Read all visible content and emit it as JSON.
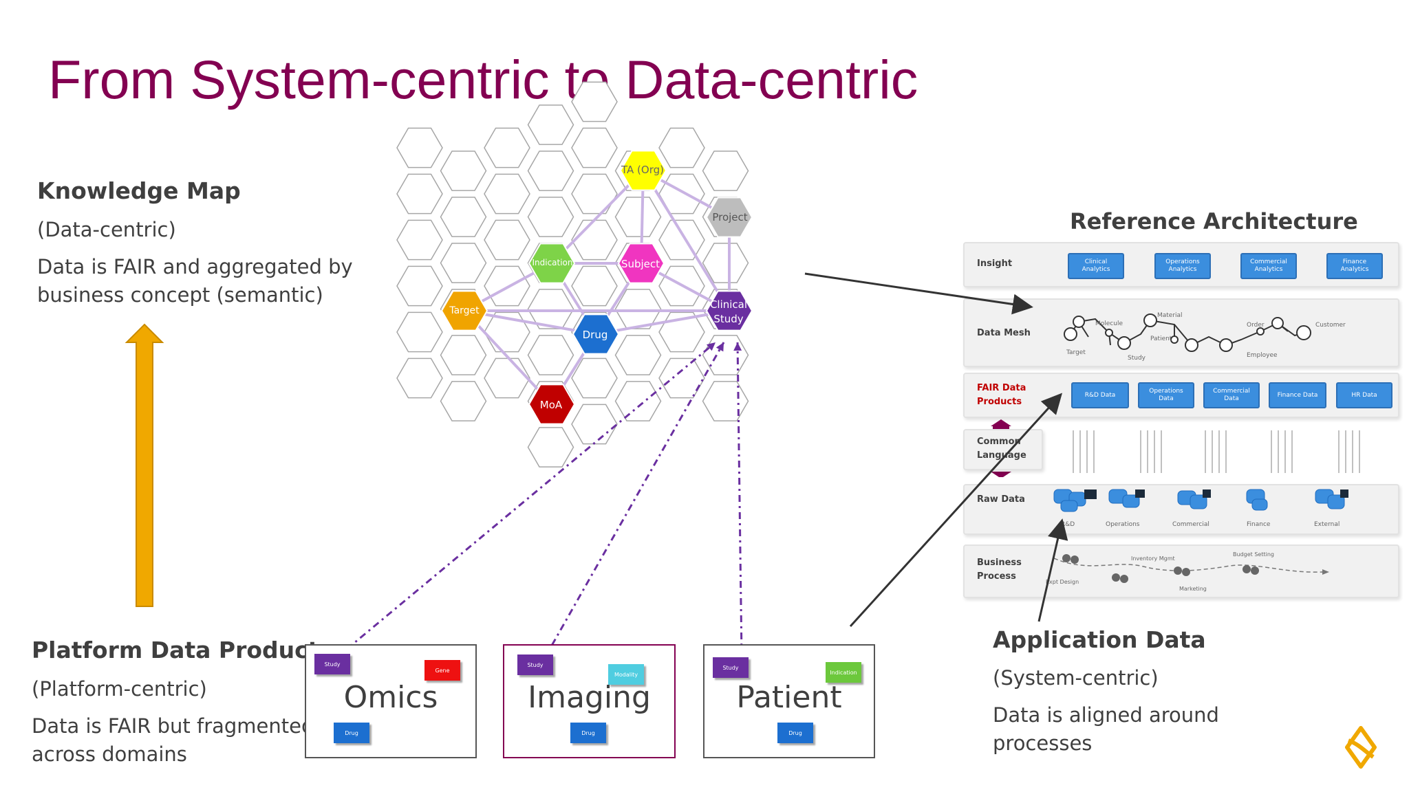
{
  "title": "From System-centric to Data-centric",
  "knowledge_map": {
    "heading": "Knowledge Map",
    "subheading": "(Data-centric)",
    "description_line1": "Data is FAIR and aggregated by",
    "description_line2": "business concept (semantic)",
    "arrow_color": "#f0a800"
  },
  "platform": {
    "heading": "Platform Data Products",
    "subheading": "(Platform-centric)",
    "description_line1": "Data is FAIR but fragmented",
    "description_line2": "across domains"
  },
  "application": {
    "heading": "Application Data",
    "subheading": "(System-centric)",
    "description_line1": "Data is aligned around",
    "description_line2": "processes"
  },
  "hex_nodes": {
    "ta": {
      "label": "TA (Org)",
      "color": "#ffff00"
    },
    "project": {
      "label": "Project",
      "color": "#bdbdbd"
    },
    "indication": {
      "label": "Indication",
      "color": "#7ed348"
    },
    "subject": {
      "label": "Subject",
      "color": "#f035c0"
    },
    "target": {
      "label": "Target",
      "color": "#f0a400"
    },
    "clinical_study_line1": "Clinical",
    "clinical_study_line2": "Study",
    "clinical_study_color": "#6a2fa0",
    "drug": {
      "label": "Drug",
      "color": "#1c6fd0"
    },
    "moa": {
      "label": "MoA",
      "color": "#c00000"
    }
  },
  "products": {
    "omics": {
      "label": "Omics",
      "tags": [
        "Study",
        "Gene",
        "Drug"
      ]
    },
    "imaging": {
      "label": "Imaging",
      "tags": [
        "Study",
        "Modality",
        "Drug"
      ]
    },
    "patient": {
      "label": "Patient",
      "tags": [
        "Study",
        "Indication",
        "Drug"
      ]
    }
  },
  "tag_colors": {
    "study": "#6a2fa0",
    "gene": "#ee1111",
    "drug": "#1c6fd0",
    "modality": "#4fcde0",
    "indication": "#6cc83c"
  },
  "reference_architecture": {
    "title": "Reference Architecture",
    "rows": {
      "insight": "Insight",
      "data_mesh": "Data Mesh",
      "fair_line1": "FAIR Data",
      "fair_line2": "Products",
      "common_line1": "Common",
      "common_line2": "Language",
      "raw_data": "Raw Data",
      "business_line1": "Business",
      "business_line2": "Process"
    },
    "insight_boxes": [
      {
        "line1": "Clinical",
        "line2": "Analytics"
      },
      {
        "line1": "Operations",
        "line2": "Analytics"
      },
      {
        "line1": "Commercial",
        "line2": "Analytics"
      },
      {
        "line1": "Finance",
        "line2": "Analytics"
      }
    ],
    "mesh_labels": {
      "target": "Target",
      "molecule": "Molecule",
      "material": "Material",
      "patient": "Patient",
      "study": "Study",
      "order": "Order",
      "customer": "Customer",
      "employee": "Employee"
    },
    "fair_boxes": [
      {
        "line1": "R&D Data",
        "line2": ""
      },
      {
        "line1": "Operations",
        "line2": "Data"
      },
      {
        "line1": "Commercial",
        "line2": "Data"
      },
      {
        "line1": "Finance Data",
        "line2": ""
      },
      {
        "line1": "HR Data",
        "line2": ""
      }
    ],
    "raw_labels": [
      "R&D",
      "Operations",
      "Commercial",
      "Finance",
      "External"
    ],
    "process_labels": {
      "expt_design": "Expt Design",
      "inventory": "Inventory Mgmt",
      "marketing": "Marketing",
      "budget": "Budget Setting"
    },
    "box_color": "#3b8ede",
    "accent_color": "#830051"
  },
  "colors": {
    "title": "#830051",
    "text": "#3f3f3f",
    "link_purple": "#6a2fa0",
    "hex_outline": "#a6a6a6",
    "edge": "#c9b3e3"
  }
}
